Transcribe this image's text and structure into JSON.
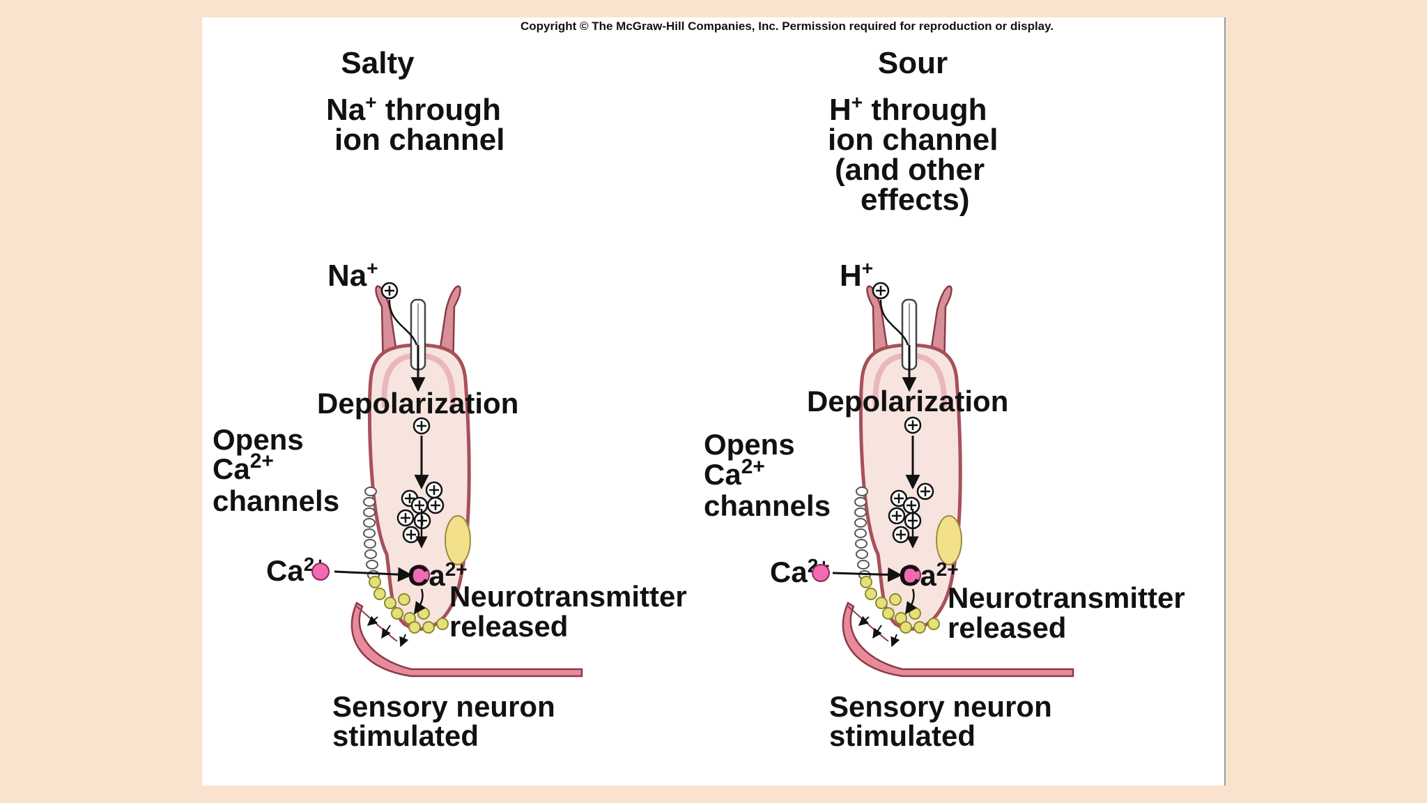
{
  "copyright": "Copyright © The McGraw-Hill Companies, Inc. Permission required for reproduction or display.",
  "panels": {
    "salty": {
      "title": "Salty",
      "desc_line1_ion": "Na",
      "desc_line1_charge": "+",
      "desc_line1_rest": " through",
      "desc_line2": "ion channel",
      "ion_label": "Na",
      "ion_charge": "+",
      "depolarization": "Depolarization",
      "opens1": "Opens",
      "opens2_ion": "Ca",
      "opens2_charge": "2+",
      "opens3": "channels",
      "ca_out": "Ca",
      "ca_out_charge": "2+",
      "ca_in": "Ca",
      "ca_in_charge": "2+",
      "nt1": "Neurotransmitter",
      "nt2": "released",
      "sensory1": "Sensory neuron",
      "sensory2": "stimulated"
    },
    "sour": {
      "title": "Sour",
      "desc_line1_ion": "H",
      "desc_line1_charge": "+",
      "desc_line1_rest": " through",
      "desc_line2": "ion channel",
      "desc_line3": "(and other",
      "desc_line4": "effects)",
      "ion_label": "H",
      "ion_charge": "+",
      "depolarization": "Depolarization",
      "opens1": "Opens",
      "opens2_ion": "Ca",
      "opens2_charge": "2+",
      "opens3": "channels",
      "ca_out": "Ca",
      "ca_out_charge": "2+",
      "ca_in": "Ca",
      "ca_in_charge": "2+",
      "nt1": "Neurotransmitter",
      "nt2": "released",
      "sensory1": "Sensory neuron",
      "sensory2": "stimulated"
    }
  },
  "colors": {
    "page_background": "#f9e3ce",
    "cell_body": "#f7e4df",
    "cell_outline": "#a8505a",
    "microvilli": "#d98f98",
    "vesicle": "#e6e07a",
    "calcium_ion": "#f06bb0",
    "neuron": "#e98a9a",
    "nucleus": "#f2e08a"
  }
}
